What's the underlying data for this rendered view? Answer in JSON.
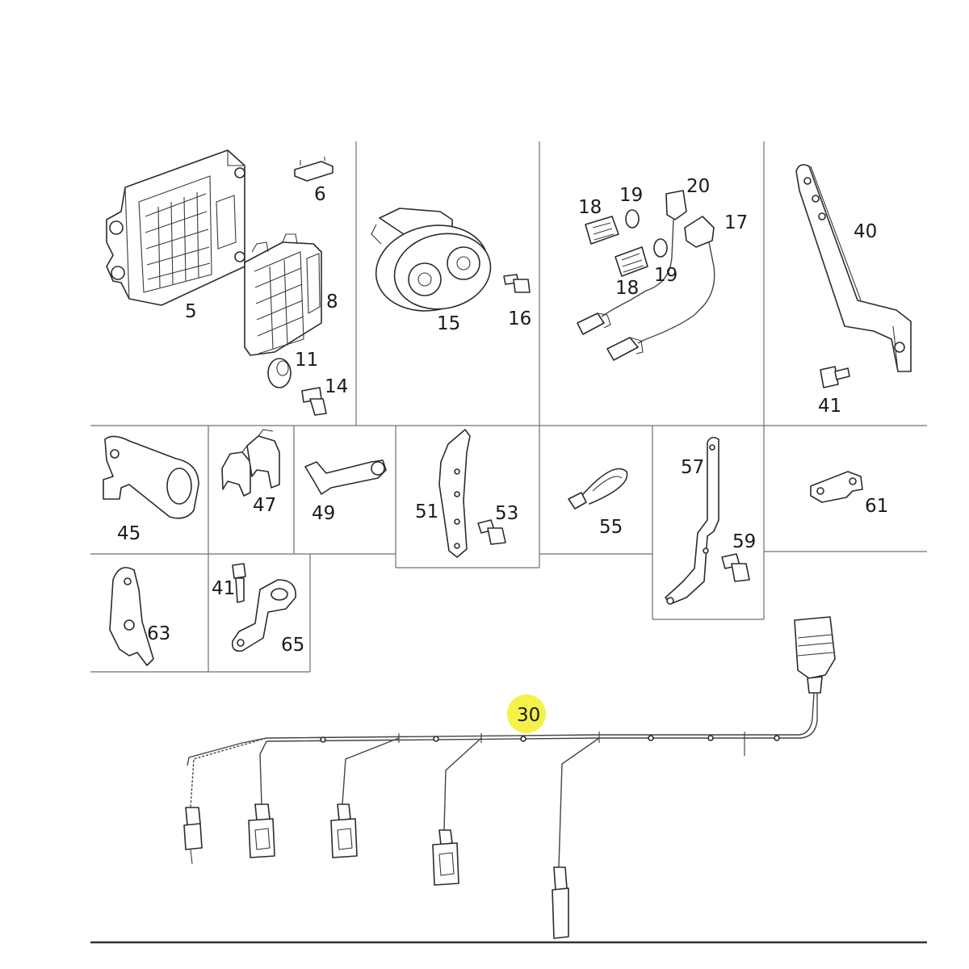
{
  "diagram": {
    "callouts": {
      "c5": "5",
      "c6": "6",
      "c8": "8",
      "c11": "11",
      "c14": "14",
      "c15": "15",
      "c16": "16",
      "c17": "17",
      "c18a": "18",
      "c18b": "18",
      "c19a": "19",
      "c19b": "19",
      "c20": "20",
      "c40": "40",
      "c41a": "41",
      "c45": "45",
      "c47": "47",
      "c49": "49",
      "c51": "51",
      "c53": "53",
      "c55": "55",
      "c57": "57",
      "c59": "59",
      "c61": "61",
      "c63": "63",
      "c41b": "41",
      "c65": "65",
      "c30": "30"
    },
    "highlight_color": "#f2f028"
  }
}
